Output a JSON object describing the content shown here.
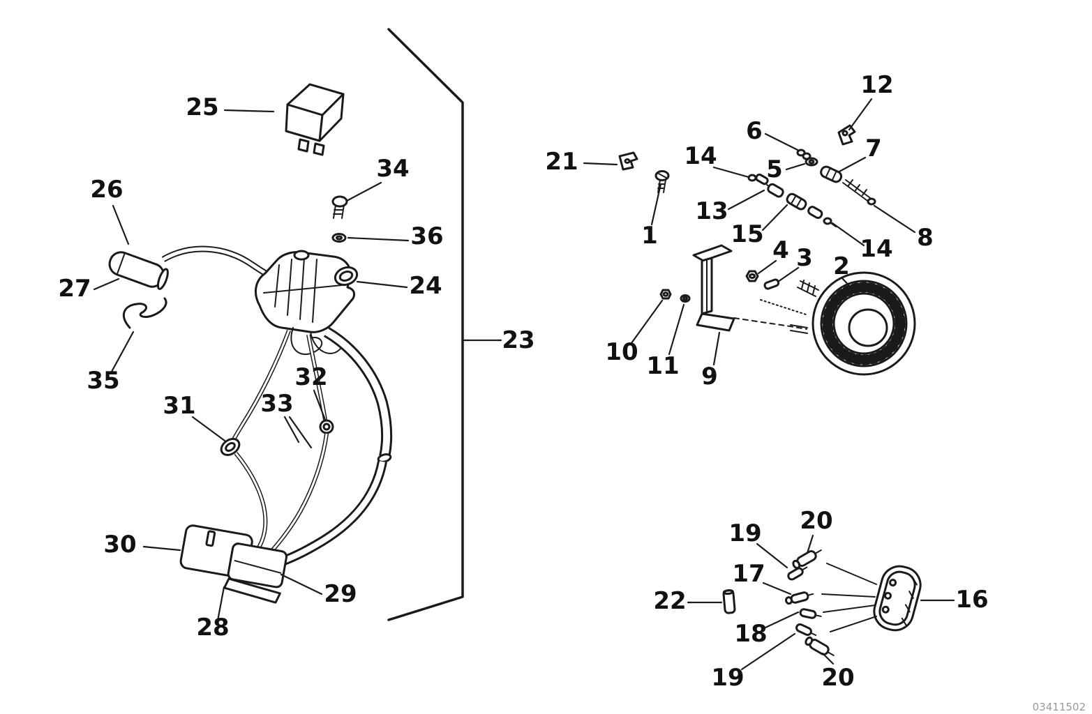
{
  "figure": {
    "type": "exploded-parts-diagram",
    "background": "#ffffff",
    "ink": "#1a1a1a",
    "watermark": "03411502"
  },
  "callouts": [
    {
      "label": "25"
    },
    {
      "label": "34"
    },
    {
      "label": "26"
    },
    {
      "label": "36"
    },
    {
      "label": "27"
    },
    {
      "label": "24"
    },
    {
      "label": "23"
    },
    {
      "label": "35"
    },
    {
      "label": "32"
    },
    {
      "label": "33"
    },
    {
      "label": "31"
    },
    {
      "label": "30"
    },
    {
      "label": "29"
    },
    {
      "label": "28"
    },
    {
      "label": "12"
    },
    {
      "label": "6"
    },
    {
      "label": "7"
    },
    {
      "label": "21"
    },
    {
      "label": "14"
    },
    {
      "label": "5"
    },
    {
      "label": "13"
    },
    {
      "label": "1"
    },
    {
      "label": "15"
    },
    {
      "label": "8"
    },
    {
      "label": "14"
    },
    {
      "label": "4"
    },
    {
      "label": "3"
    },
    {
      "label": "2"
    },
    {
      "label": "10"
    },
    {
      "label": "11"
    },
    {
      "label": "9"
    },
    {
      "label": "20"
    },
    {
      "label": "19"
    },
    {
      "label": "17"
    },
    {
      "label": "22"
    },
    {
      "label": "16"
    },
    {
      "label": "18"
    },
    {
      "label": "19"
    },
    {
      "label": "20"
    }
  ]
}
